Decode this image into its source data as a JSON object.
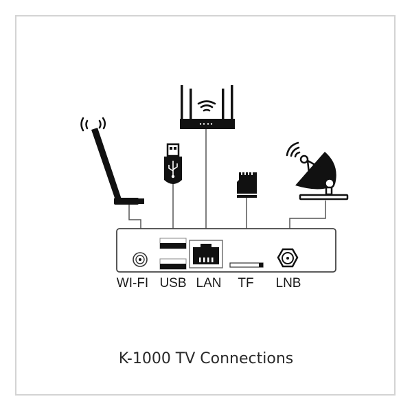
{
  "diagram": {
    "caption": "K-1000 TV Connections",
    "ports": [
      {
        "id": "wifi",
        "label": "WI-FI",
        "device": "wifi-antenna"
      },
      {
        "id": "usb",
        "label": "USB",
        "device": "usb-flash-drive"
      },
      {
        "id": "lan",
        "label": "LAN",
        "device": "wifi-router"
      },
      {
        "id": "tf",
        "label": "TF",
        "device": "micro-sd-card"
      },
      {
        "id": "lnb",
        "label": "LNB",
        "device": "satellite-dish"
      }
    ],
    "colors": {
      "stroke": "#111111",
      "line": "#555555",
      "frame": "#d3d3d3",
      "text": "#1a1a1a"
    }
  }
}
